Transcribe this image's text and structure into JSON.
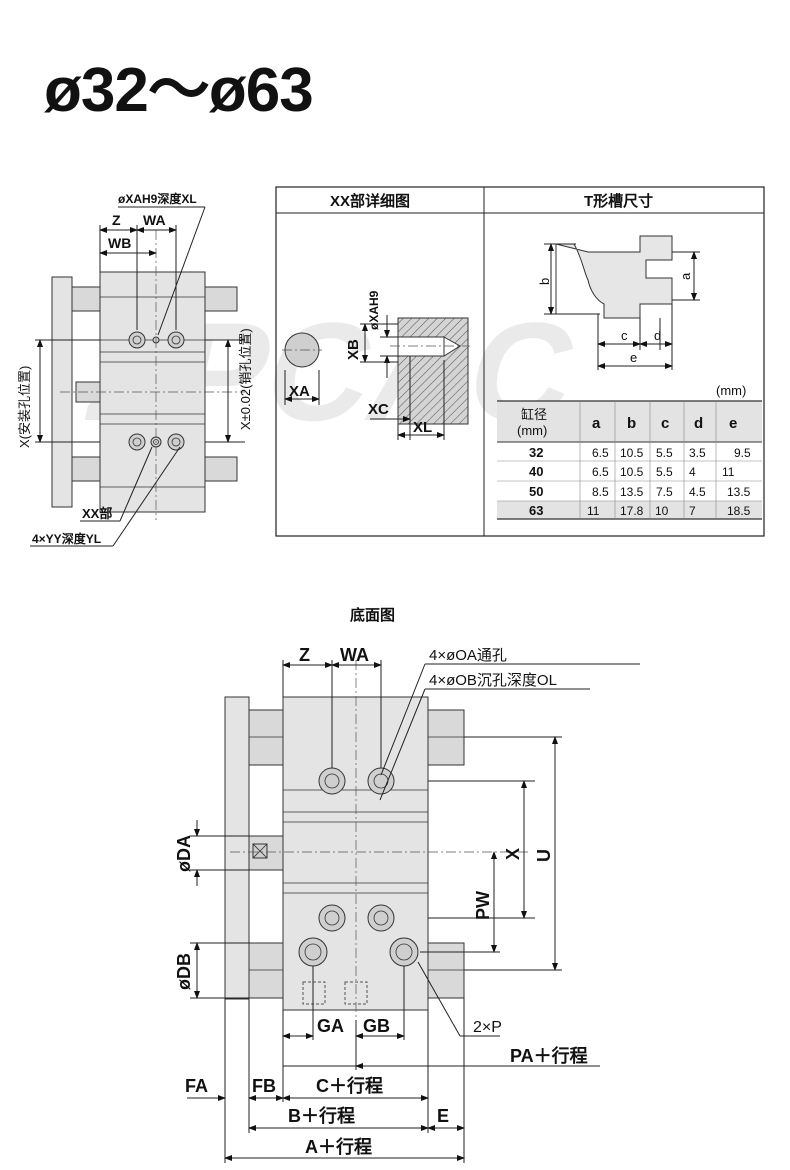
{
  "title": "ø32～ø63",
  "watermark": "ZPCAC",
  "top_view": {
    "labels": {
      "xa_depth": "øXAH9深度XL",
      "z": "Z",
      "wa": "WA",
      "wb": "WB",
      "x_mount": "X(安装孔位置)",
      "x_pin": "X±0.02(销孔位置)",
      "xx_part": "XX部",
      "yy_depth": "4×YY深度YL"
    }
  },
  "detail_panel": {
    "header_left": "XX部详细图",
    "header_right": "T形槽尺寸",
    "labels": {
      "oxa": "øXAH9",
      "xb": "XB",
      "xa": "XA",
      "xc": "XC",
      "xl": "XL",
      "a": "a",
      "b": "b",
      "c": "c",
      "d": "d",
      "e": "e"
    },
    "unit": "(mm)",
    "table": {
      "header": [
        "缸径\n(mm)",
        "a",
        "b",
        "c",
        "d",
        "e"
      ],
      "header_line1": "缸径",
      "header_line2": "(mm)",
      "rows": [
        [
          "32",
          "6.5",
          "10.5",
          "5.5",
          "3.5",
          "9.5"
        ],
        [
          "40",
          "6.5",
          "10.5",
          "5.5",
          "4",
          "11"
        ],
        [
          "50",
          "8.5",
          "13.5",
          "7.5",
          "4.5",
          "13.5"
        ],
        [
          "63",
          "11",
          "17.8",
          "10",
          "7",
          "18.5"
        ]
      ]
    }
  },
  "bottom_view": {
    "title": "底面图",
    "labels": {
      "z": "Z",
      "wa": "WA",
      "oa": "4×øOA通孔",
      "ob": "4×øOB沉孔深度OL",
      "x": "X",
      "u": "U",
      "pw": "PW",
      "da": "øDA",
      "db": "øDB",
      "ga": "GA",
      "gb": "GB",
      "p": "2×P",
      "pa": "PA＋行程",
      "fa": "FA",
      "fb": "FB",
      "c": "C＋行程",
      "bs": "B＋行程",
      "e": "E",
      "as": "A＋行程"
    }
  }
}
